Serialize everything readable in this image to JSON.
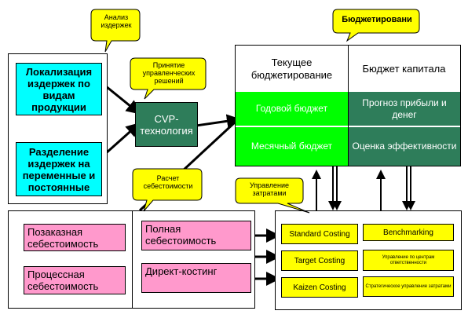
{
  "callouts": {
    "analysis": "Анализ издержек",
    "decisions": "Принятие управленческих решений",
    "costing": "Расчет себестоимости",
    "cost_mgmt": "Управление затратами",
    "budgeting": "Бюджетировани"
  },
  "left_panel": {
    "localization": "Локализация издержек по видам продукции",
    "separation": "Разделение издержек на переменные и постоянные"
  },
  "cvp": "CVP-технология",
  "budget": {
    "current_header": "Текущее бюджетирование",
    "capital_header": "Бюджет капитала",
    "annual": "Годовой бюджет",
    "monthly": "Месячный бюджет",
    "forecast": "Прогноз прибыли и денег",
    "efficiency": "Оценка эффективности"
  },
  "costing": {
    "job_order": "Позаказная себестоимость",
    "process": "Процессная себестоимость",
    "full": "Полная себестоимость",
    "direct": "Директ-костинг"
  },
  "management": {
    "standard": "Standard Costing",
    "target": "Target Costing",
    "kaizen": "Kaizen Costing",
    "benchmarking": "Benchmarking",
    "responsibility": "Управление по центрам ответственности",
    "strategic": "Стратегическое управление затратами"
  },
  "colors": {
    "cyan": "#00ffff",
    "dark_green": "#2e7d5a",
    "bright_green": "#00ff00",
    "pink": "#ff99cc",
    "yellow": "#ffff00"
  }
}
